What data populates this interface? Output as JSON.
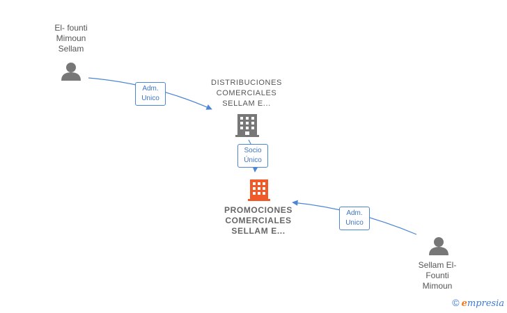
{
  "nodes": {
    "person_top": {
      "label": "El- founti\nMimoun\nSellam"
    },
    "company_top": {
      "label": "DISTRIBUCIONES\nCOMERCIALES\nSELLAM E..."
    },
    "company_main": {
      "label": "PROMOCIONES\nCOMERCIALES\nSELLAM E..."
    },
    "person_bottom": {
      "label": "Sellam El-\nFounti\nMimoun"
    }
  },
  "edges": {
    "e1": {
      "label": "Adm.\nUnico"
    },
    "e2": {
      "label": "Socio\nÚnico"
    },
    "e3": {
      "label": "Adm.\nUnico"
    }
  },
  "footer": {
    "copyright": "©",
    "brand_initial": "e",
    "brand_rest": "mpresia"
  },
  "colors": {
    "edge": "#4a86d4",
    "person_icon": "#777777",
    "company_icon": "#777777",
    "main_company_icon": "#f05a28"
  }
}
